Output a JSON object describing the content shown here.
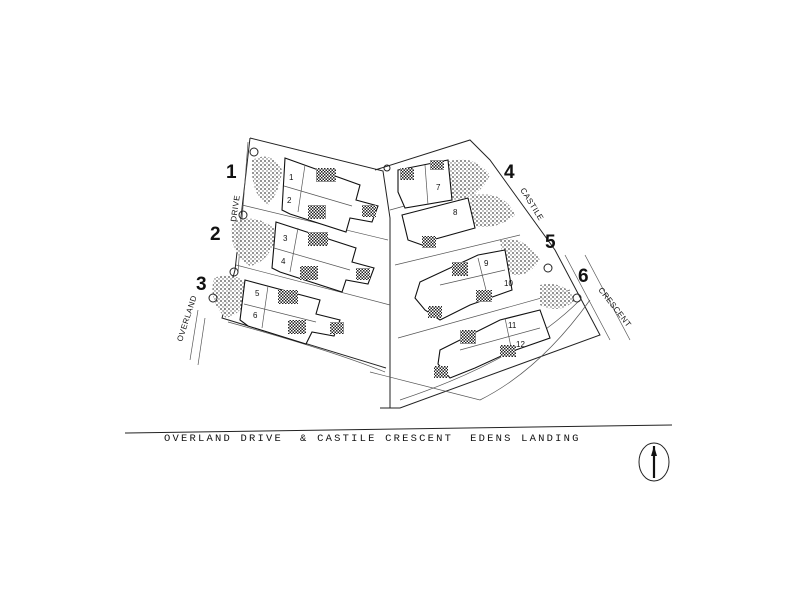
{
  "lot_numbers": [
    "1",
    "2",
    "3",
    "4",
    "5",
    "6"
  ],
  "unit_numbers": [
    "1",
    "2",
    "3",
    "4",
    "5",
    "6",
    "7",
    "8",
    "9",
    "10",
    "11",
    "12"
  ],
  "streets": {
    "overland": "OVERLAND",
    "drive": "DRIVE",
    "castile": "CASTILE",
    "crescent": "CRESCENT"
  },
  "title": {
    "part1": "OVERLAND DRIVE",
    "amp": "&",
    "part2": "CASTILE CRESCENT",
    "part3": "EDENS LANDING"
  }
}
